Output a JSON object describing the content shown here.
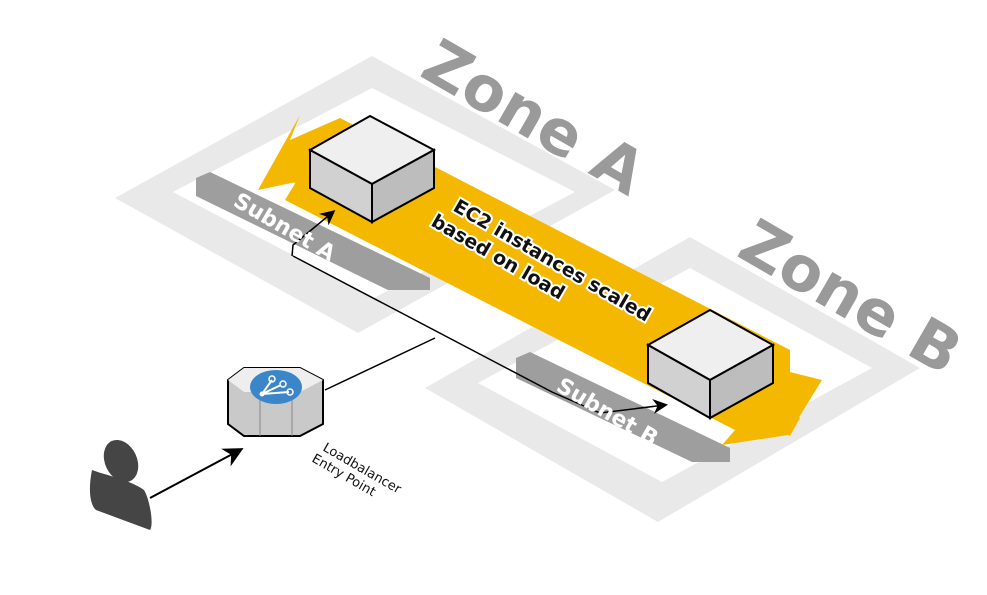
{
  "diagram": {
    "zones": [
      {
        "label": "Zone A"
      },
      {
        "label": "Zone B"
      }
    ],
    "subnets": [
      {
        "label": "Subnet A"
      },
      {
        "label": "Subnet B"
      }
    ],
    "scaling_band": {
      "line1": "EC2 instances scaled",
      "line2": "based on load"
    },
    "loadbalancer": {
      "line1": "Loadbalancer",
      "line2": "Entry Point",
      "icon": "network-fanout-icon"
    },
    "user": {
      "icon": "user-icon"
    },
    "instances": [
      {
        "name": "ec2-instance-a",
        "icon": "isometric-box-icon"
      },
      {
        "name": "ec2-instance-b",
        "icon": "isometric-box-icon"
      }
    ],
    "colors": {
      "band": "#f5b800",
      "zone_outer": "#e8e8e8",
      "zone_inner": "#ffffff",
      "subnet_bar": "#9e9e9e",
      "lb_icon": "#3a86c8",
      "user": "#454545"
    }
  }
}
